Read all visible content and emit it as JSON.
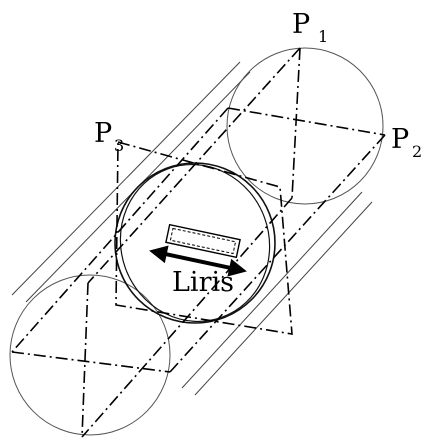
{
  "labels": {
    "p1": {
      "main": "P",
      "sub": "1"
    },
    "p2": {
      "main": "P",
      "sub": "2"
    },
    "p3": {
      "main": "P",
      "sub": "3"
    },
    "liris": "Liris"
  }
}
